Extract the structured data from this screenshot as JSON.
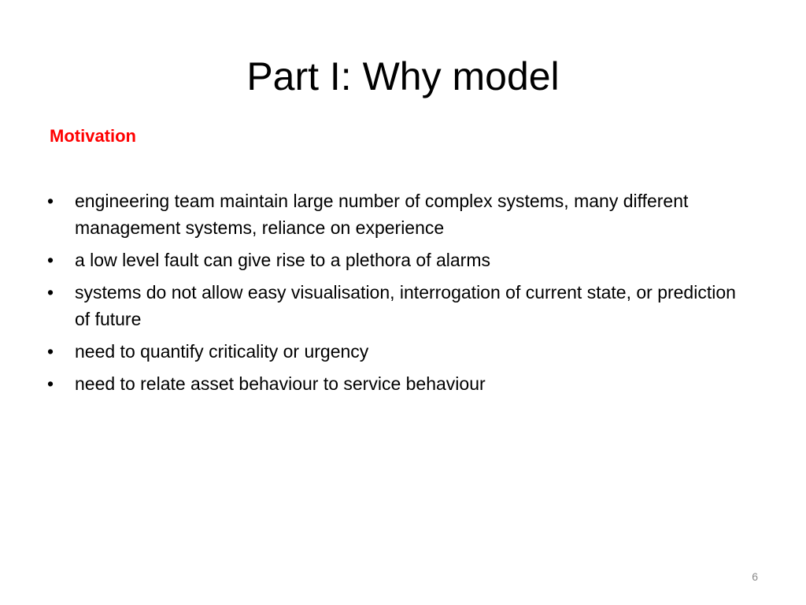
{
  "slide": {
    "title": "Part I: Why model",
    "subtitle": "Motivation",
    "subtitle_color": "#ff0000",
    "bullet_symbol": "•",
    "bullets": [
      "engineering team maintain large number of complex systems, many different management systems, reliance on experience",
      "a low level fault can give rise to a plethora of alarms",
      "systems do not allow easy visualisation, interrogation of current state, or prediction of future",
      "need to quantify criticality or urgency",
      "need to relate asset behaviour to service behaviour"
    ],
    "page_number": "6"
  }
}
